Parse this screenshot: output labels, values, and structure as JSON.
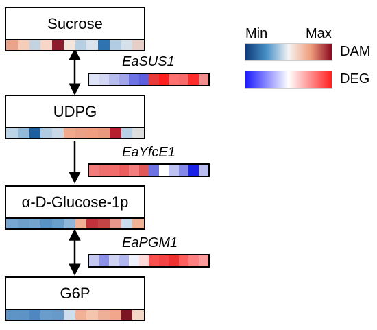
{
  "nodes": [
    {
      "label": "Sucrose",
      "cells": [
        "#e9a48b",
        "#f5cdb8",
        "#c4d3e2",
        "#f6d6c6",
        "#8c1b2b",
        "#f3e5db",
        "#b6cfe3",
        "#dbe4ec",
        "#2f73b0",
        "#b2cde3",
        "#d6e0ea",
        "#e7cfc7"
      ]
    },
    {
      "label": "UDPG",
      "cells": [
        "#bdd3e6",
        "#93b9d9",
        "#1c5f9e",
        "#aecbe2",
        "#c8d8e6",
        "#f0a98c",
        "#eba187",
        "#ef9e81",
        "#e9997e",
        "#b51f2e",
        "#b7d0e5",
        "#dddddd"
      ]
    },
    {
      "label": "α-D-Glucose-1p",
      "cells": [
        "#77a7d0",
        "#6e9fcb",
        "#75a5cf",
        "#5b92c4",
        "#6b9fcb",
        "#8fb5d8",
        "#f0b196",
        "#c2323a",
        "#c44545",
        "#e8978a",
        "#c9dbec",
        "#f0b294"
      ]
    },
    {
      "label": "G6P",
      "cells": [
        "#5f95c6",
        "#5e93c5",
        "#4f88c0",
        "#6b9dcb",
        "#6799c9",
        "#cfdeec",
        "#f0b196",
        "#f5c6ad",
        "#eeb096",
        "#f2a68c",
        "#7c1424",
        "#f2d6c6"
      ]
    }
  ],
  "genes": [
    {
      "label": "EaSUS1",
      "cells": [
        "#dfe3f7",
        "#d3d7f3",
        "#b7bcee",
        "#a1a6ea",
        "#6e73e4",
        "#5a60e0",
        "#e83b3b",
        "#fe2020",
        "#ff7070",
        "#f86b6b",
        "#ff2c2c",
        "#f28d8d"
      ]
    },
    {
      "label": "EaYfcE1",
      "cells": [
        "#f27b7b",
        "#ef6f6f",
        "#f26c6c",
        "#ec5e5e",
        "#f47d7d",
        "#e25858",
        "#6e73e4",
        "#ffffff",
        "#bec2f2",
        "#8489e8",
        "#1a22e8",
        "#b9bdf1"
      ]
    },
    {
      "label": "EaPGM1",
      "cells": [
        "#c4c7f0",
        "#8b90e8",
        "#cfd2f3",
        "#b2b6ee",
        "#eef0fb",
        "#ffd8d8",
        "#f85050",
        "#f24444",
        "#ee3030",
        "#ff5e5e",
        "#ff8080",
        "#fb9b9b"
      ]
    }
  ],
  "legend": {
    "min_label": "Min",
    "max_label": "Max",
    "dam_label": "DAM",
    "deg_label": "DEG",
    "dam_colors": [
      "#0d3b7a",
      "#4a92c8",
      "#f4f4f4",
      "#f0a07f",
      "#8b0a1e"
    ],
    "deg_colors": [
      "#1a1aff",
      "#ffffff",
      "#ff2020"
    ]
  }
}
